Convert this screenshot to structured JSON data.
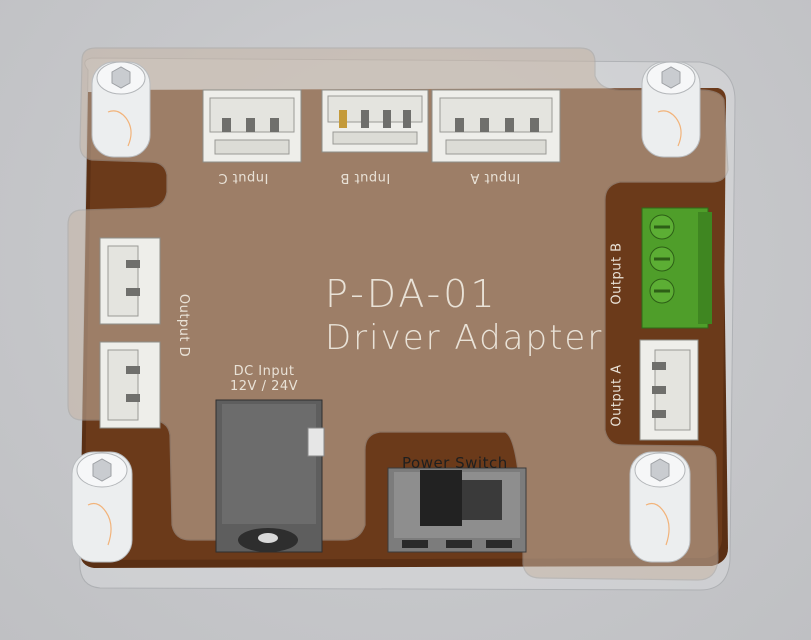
{
  "board": {
    "title_line1": "P-DA-01",
    "title_line2": "Driver Adapter"
  },
  "connectors": {
    "input_a": "Input A",
    "input_b": "Input B",
    "input_c": "Input C",
    "output_a": "Output A",
    "output_b": "Output B",
    "output_d": "Output D"
  },
  "dc_input": {
    "line1": "DC Input",
    "line2": "12V / 24V"
  },
  "power_switch": "Power Switch"
}
